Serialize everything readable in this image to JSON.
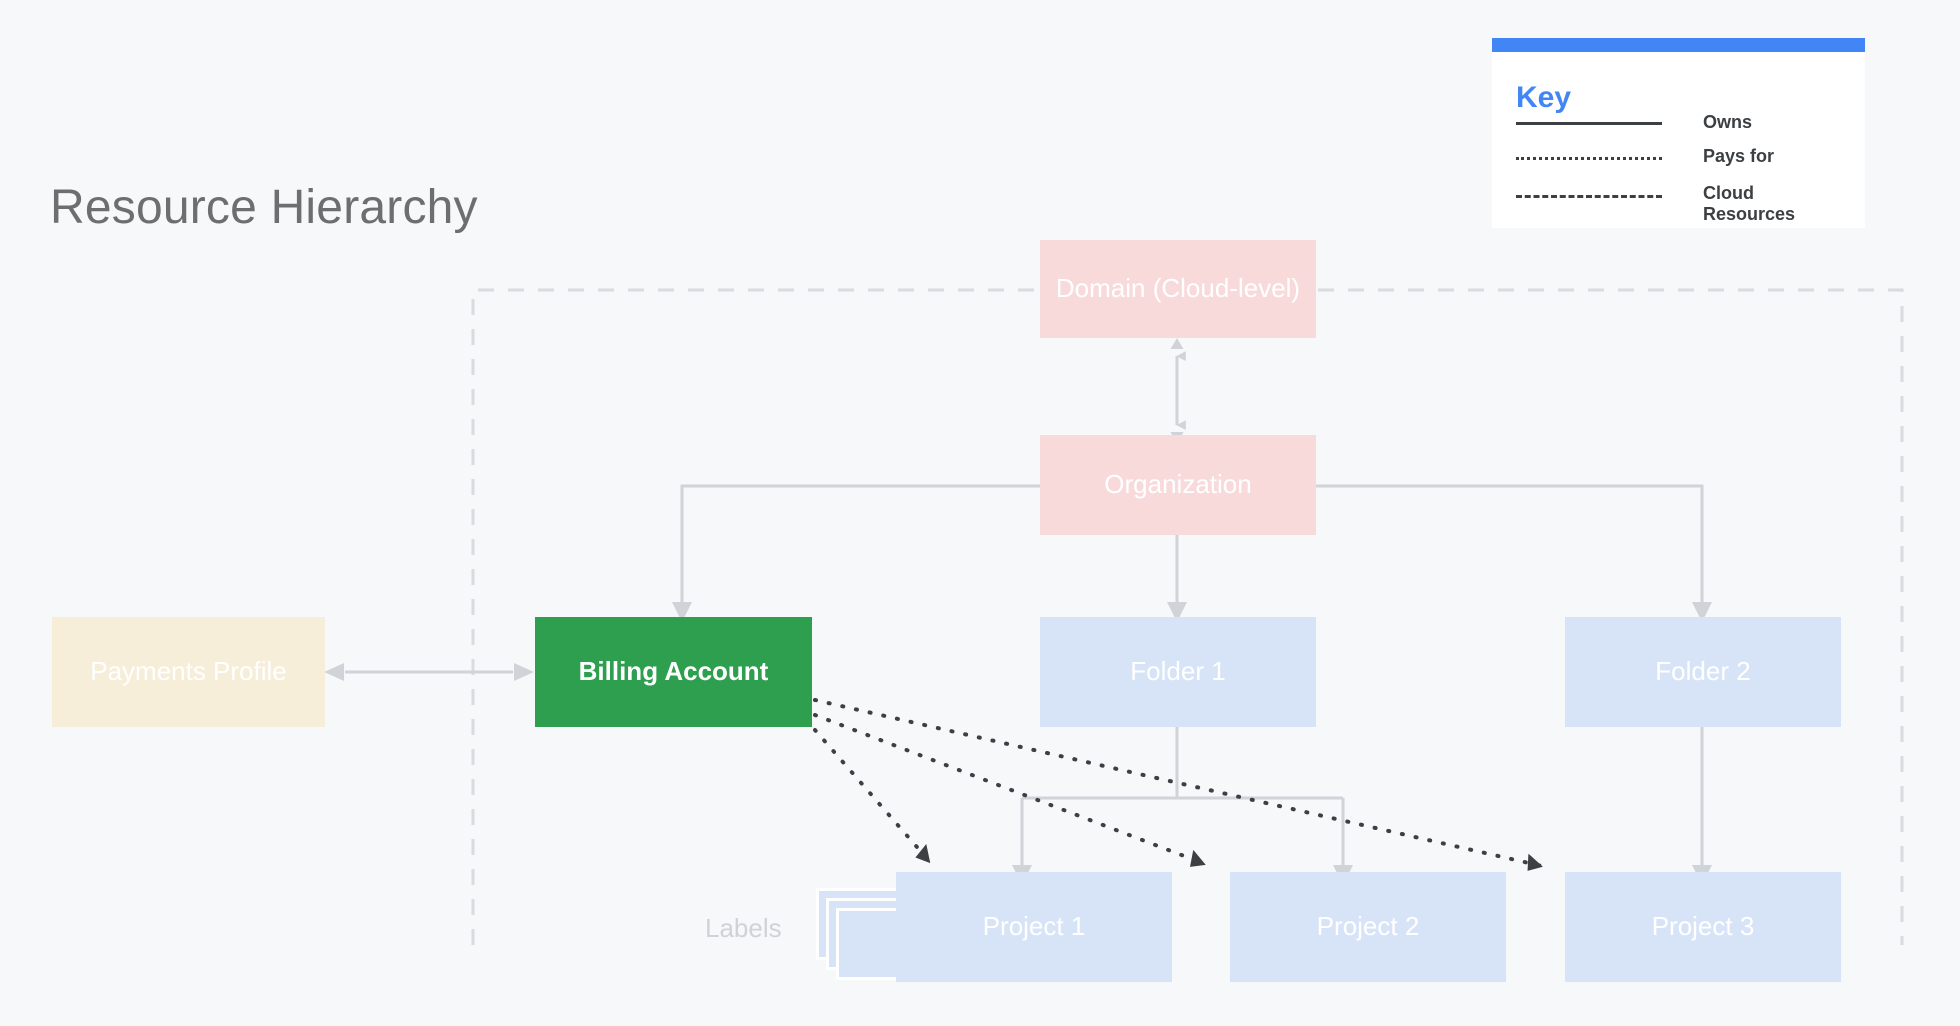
{
  "page": {
    "title": "Resource Hierarchy",
    "background_color": "#f6f8fa"
  },
  "colors": {
    "accent_blue": "#4285f4",
    "pink_node": "#f8dada",
    "blue_node": "#d7e4f8",
    "cream_node": "#f7eed9",
    "green_node": "#2e9e4f",
    "connector_gray": "#d0d4d8",
    "dotted_black": "#3c4043",
    "title_gray": "#6e6e6e",
    "node_text": "#ffffff"
  },
  "key": {
    "title": "Key",
    "rows": [
      {
        "label": "Owns",
        "style": "solid"
      },
      {
        "label": "Pays for",
        "style": "dotted"
      },
      {
        "label": "Cloud\nResources",
        "style": "dashed"
      }
    ]
  },
  "nodes": {
    "domain": {
      "label": "Domain (Cloud-level)",
      "color": "pink"
    },
    "organization": {
      "label": "Organization",
      "color": "pink"
    },
    "payments_profile": {
      "label": "Payments Profile",
      "color": "cream"
    },
    "billing_account": {
      "label": "Billing Account",
      "color": "green"
    },
    "folder_1": {
      "label": "Folder 1",
      "color": "blue"
    },
    "folder_2": {
      "label": "Folder 2",
      "color": "blue"
    },
    "project_1": {
      "label": "Project 1",
      "color": "blue"
    },
    "project_2": {
      "label": "Project 2",
      "color": "blue"
    },
    "project_3": {
      "label": "Project 3",
      "color": "blue"
    },
    "labels": {
      "label": "Labels",
      "color": "none"
    }
  },
  "relationships": [
    {
      "from": "domain",
      "to": "organization",
      "type": "owns",
      "direction": "bidirectional"
    },
    {
      "from": "organization",
      "to": "billing_account",
      "type": "owns"
    },
    {
      "from": "organization",
      "to": "folder_1",
      "type": "owns"
    },
    {
      "from": "organization",
      "to": "folder_2",
      "type": "owns"
    },
    {
      "from": "payments_profile",
      "to": "billing_account",
      "type": "owns",
      "direction": "bidirectional"
    },
    {
      "from": "folder_1",
      "to": "project_1",
      "type": "owns"
    },
    {
      "from": "folder_1",
      "to": "project_2",
      "type": "owns"
    },
    {
      "from": "folder_2",
      "to": "project_3",
      "type": "owns"
    },
    {
      "from": "billing_account",
      "to": "project_1",
      "type": "pays for"
    },
    {
      "from": "billing_account",
      "to": "project_2",
      "type": "pays for"
    },
    {
      "from": "billing_account",
      "to": "project_3",
      "type": "pays for"
    }
  ],
  "cloud_resources_boundary": {
    "type": "dashed",
    "description": "Cloud Resources"
  }
}
